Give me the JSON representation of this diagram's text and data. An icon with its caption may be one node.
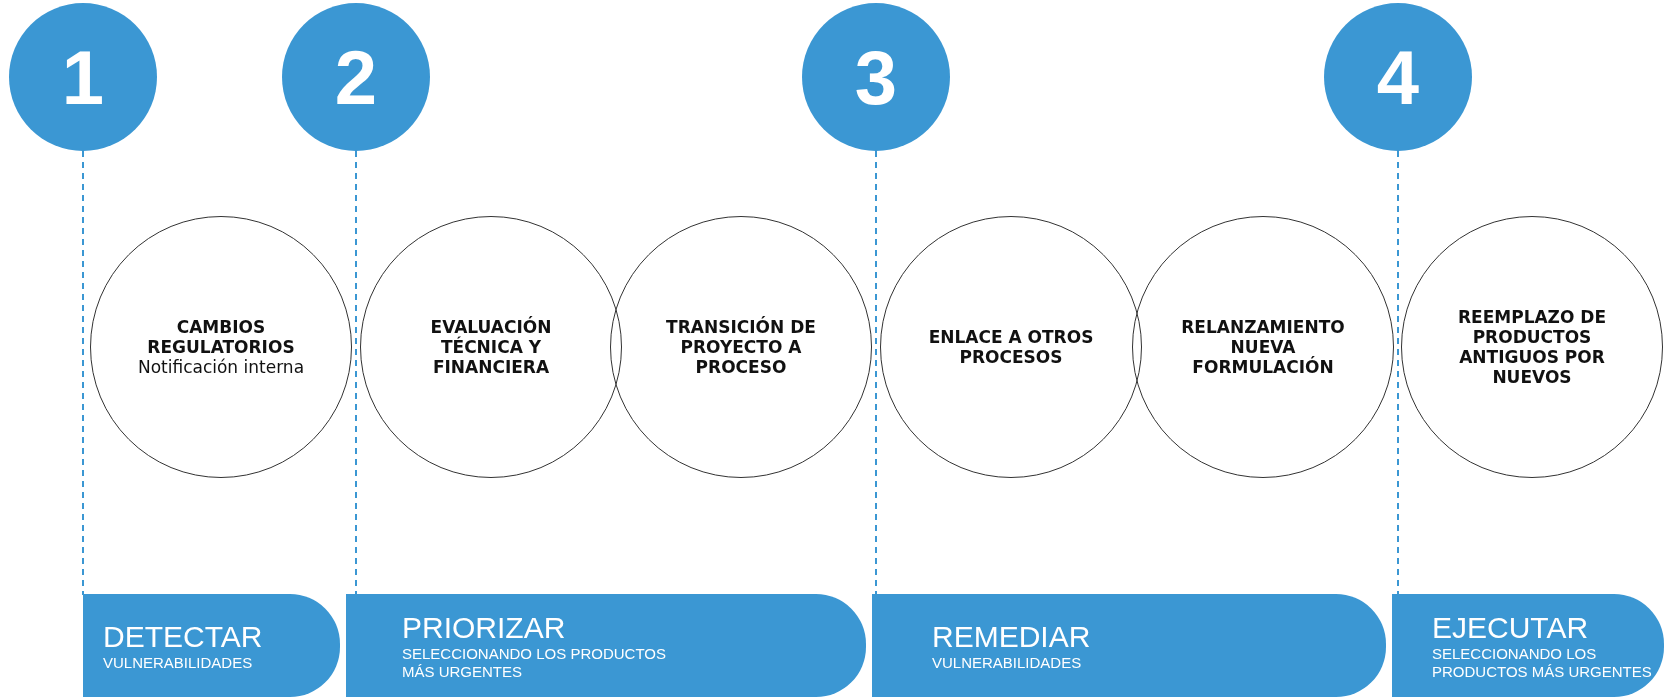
{
  "diagram": {
    "nodes": [
      {
        "text": [
          "1"
        ]
      },
      {
        "text": [
          "2"
        ]
      },
      {
        "text": [
          "3"
        ]
      },
      {
        "text": [
          "4"
        ]
      },
      {
        "text": [
          "CAMBIOS REGULATORIOS",
          "Notificación interna"
        ]
      },
      {
        "text": [
          "EVALUACIÓN TÉCNICA Y FINANCIERA"
        ]
      },
      {
        "text": [
          "TRANSICIÓN DE PROYECTO A PROCESO"
        ]
      },
      {
        "text": [
          "ENLACE A OTROS PROCESOS"
        ]
      },
      {
        "text": [
          "RELANZAMIENTO NUEVA FORMULACIÓN"
        ]
      },
      {
        "text": [
          "REEMPLAZO DE PRODUCTOS ANTIGUOS POR NUEVOS"
        ]
      },
      {
        "text": [
          "DETECTAR",
          "VULNERABILIDADES"
        ]
      },
      {
        "text": [
          "PRIORIZAR",
          "SELECCIONANDO LOS PRODUCTOS MÁS URGENTES"
        ]
      },
      {
        "text": [
          "REMEDIAR",
          "VULNERABILIDADES"
        ]
      },
      {
        "text": [
          "EJECUTAR",
          "SELECCIONANDO LOS PRODUCTOS MÁS URGENTES"
        ]
      }
    ],
    "edges": [
      {
        "from": 0,
        "to": 10,
        "arrow": "none",
        "style": "dashed"
      },
      {
        "from": 1,
        "to": 11,
        "arrow": "none",
        "style": "dashed"
      },
      {
        "from": 2,
        "to": 12,
        "arrow": "none",
        "style": "dashed"
      },
      {
        "from": 3,
        "to": 13,
        "arrow": "none",
        "style": "dashed"
      }
    ]
  }
}
